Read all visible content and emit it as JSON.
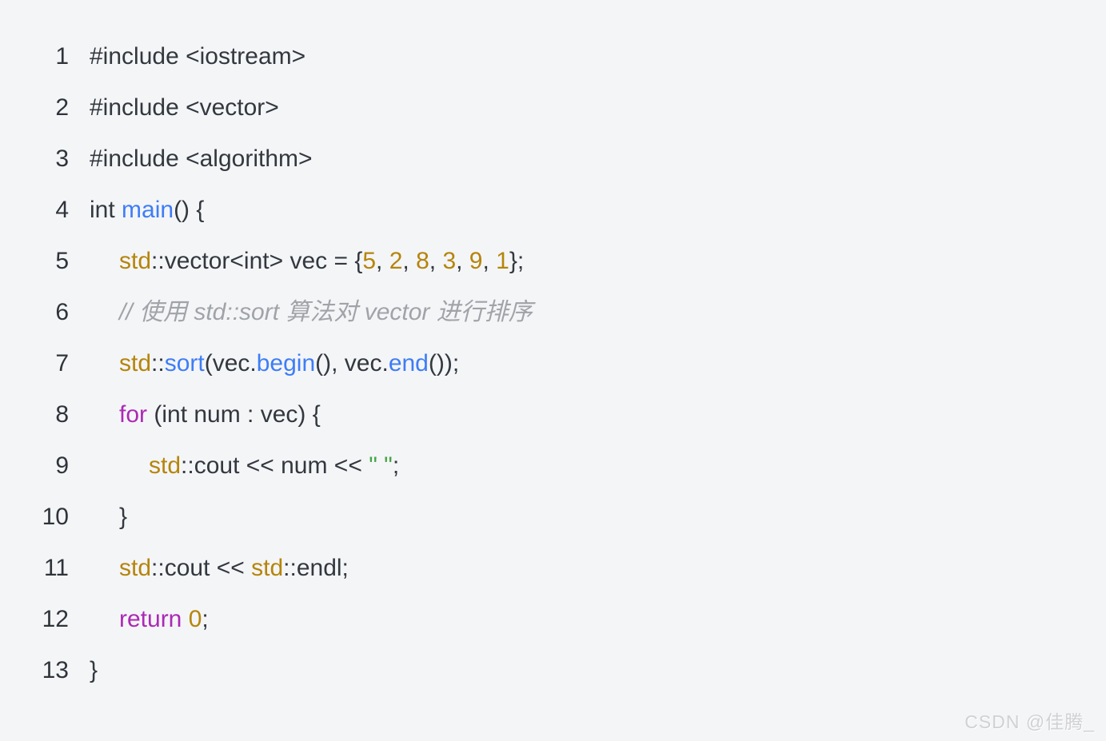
{
  "colors": {
    "background": "#f4f5f7",
    "text": "#33383f",
    "builtin": "#b5850b",
    "function": "#3e7df6",
    "keyword": "#ab2ab5",
    "number": "#b5850b",
    "string": "#43a547",
    "comment": "#a0a3a8",
    "line_number": "#2f343a",
    "watermark": "#d0d1d4"
  },
  "watermark": {
    "text": "CSDN @佳腾_"
  },
  "code": {
    "language": "cpp",
    "lines": [
      {
        "num": "1",
        "indent": 0,
        "tokens": [
          {
            "t": "#include <iostream>",
            "c": "plain"
          }
        ]
      },
      {
        "num": "2",
        "indent": 0,
        "tokens": [
          {
            "t": "#include <vector>",
            "c": "plain"
          }
        ]
      },
      {
        "num": "3",
        "indent": 0,
        "tokens": [
          {
            "t": "#include <algorithm>",
            "c": "plain"
          }
        ]
      },
      {
        "num": "4",
        "indent": 0,
        "tokens": [
          {
            "t": "int ",
            "c": "plain"
          },
          {
            "t": "main",
            "c": "function"
          },
          {
            "t": "() {",
            "c": "plain"
          }
        ]
      },
      {
        "num": "5",
        "indent": 1,
        "tokens": [
          {
            "t": "std",
            "c": "builtin"
          },
          {
            "t": "::vector<int> vec = {",
            "c": "plain"
          },
          {
            "t": "5",
            "c": "number"
          },
          {
            "t": ", ",
            "c": "plain"
          },
          {
            "t": "2",
            "c": "number"
          },
          {
            "t": ", ",
            "c": "plain"
          },
          {
            "t": "8",
            "c": "number"
          },
          {
            "t": ", ",
            "c": "plain"
          },
          {
            "t": "3",
            "c": "number"
          },
          {
            "t": ", ",
            "c": "plain"
          },
          {
            "t": "9",
            "c": "number"
          },
          {
            "t": ", ",
            "c": "plain"
          },
          {
            "t": "1",
            "c": "number"
          },
          {
            "t": "};",
            "c": "plain"
          }
        ]
      },
      {
        "num": "6",
        "indent": 1,
        "tokens": [
          {
            "t": "// 使用 std::sort 算法对 vector 进行排序",
            "c": "comment"
          }
        ]
      },
      {
        "num": "7",
        "indent": 1,
        "tokens": [
          {
            "t": "std",
            "c": "builtin"
          },
          {
            "t": "::",
            "c": "plain"
          },
          {
            "t": "sort",
            "c": "function"
          },
          {
            "t": "(vec.",
            "c": "plain"
          },
          {
            "t": "begin",
            "c": "function"
          },
          {
            "t": "(), vec.",
            "c": "plain"
          },
          {
            "t": "end",
            "c": "function"
          },
          {
            "t": "());",
            "c": "plain"
          }
        ]
      },
      {
        "num": "8",
        "indent": 1,
        "tokens": [
          {
            "t": "for",
            "c": "keyword"
          },
          {
            "t": " (int num : vec) {",
            "c": "plain"
          }
        ]
      },
      {
        "num": "9",
        "indent": 2,
        "tokens": [
          {
            "t": "std",
            "c": "builtin"
          },
          {
            "t": "::cout << num << ",
            "c": "plain"
          },
          {
            "t": "\" \"",
            "c": "string"
          },
          {
            "t": ";",
            "c": "plain"
          }
        ]
      },
      {
        "num": "10",
        "indent": 1,
        "tokens": [
          {
            "t": "}",
            "c": "plain"
          }
        ]
      },
      {
        "num": "11",
        "indent": 1,
        "tokens": [
          {
            "t": "std",
            "c": "builtin"
          },
          {
            "t": "::cout << ",
            "c": "plain"
          },
          {
            "t": "std",
            "c": "builtin"
          },
          {
            "t": "::endl;",
            "c": "plain"
          }
        ]
      },
      {
        "num": "12",
        "indent": 1,
        "tokens": [
          {
            "t": "return",
            "c": "keyword"
          },
          {
            "t": " ",
            "c": "plain"
          },
          {
            "t": "0",
            "c": "number"
          },
          {
            "t": ";",
            "c": "plain"
          }
        ]
      },
      {
        "num": "13",
        "indent": 0,
        "tokens": [
          {
            "t": "}",
            "c": "plain"
          }
        ]
      }
    ]
  }
}
